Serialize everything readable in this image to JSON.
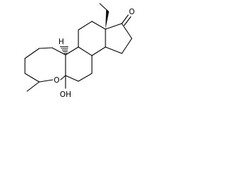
{
  "molecule": {
    "atoms": {
      "oxygen_ketone": "O",
      "oxygen_ring": "O",
      "hydroxyl": "OH",
      "hydrogen": "H"
    }
  }
}
